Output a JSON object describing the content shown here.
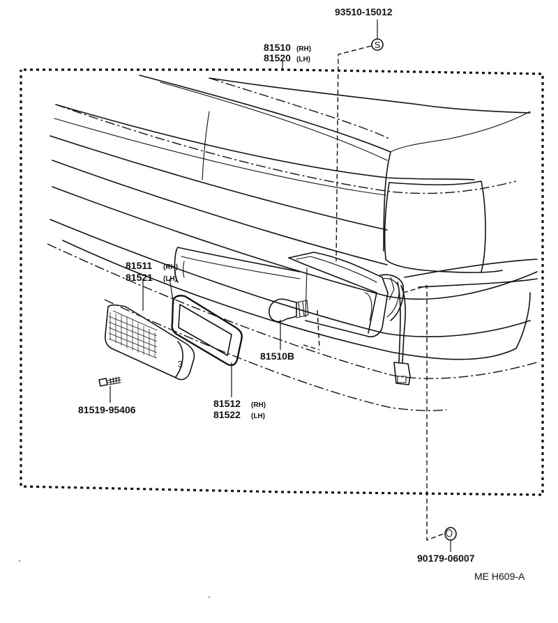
{
  "labels": {
    "p93510": "93510-15012",
    "p81510": "81510",
    "p81510_side": "(RH)",
    "p81520": "81520",
    "p81520_side": "(LH)",
    "p81511": "81511",
    "p81511_side": "(RH)",
    "p81521": "81521",
    "p81521_side": "(LH)",
    "p81510B": "81510B",
    "p81519": "81519-95406",
    "p81512": "81512",
    "p81512_side": "(RH)",
    "p81522": "81522",
    "p81522_side": "(LH)",
    "p90179": "90179-06007",
    "s_mark": "S",
    "lens_mark": "3",
    "ref_code": "ME  H609-A"
  }
}
